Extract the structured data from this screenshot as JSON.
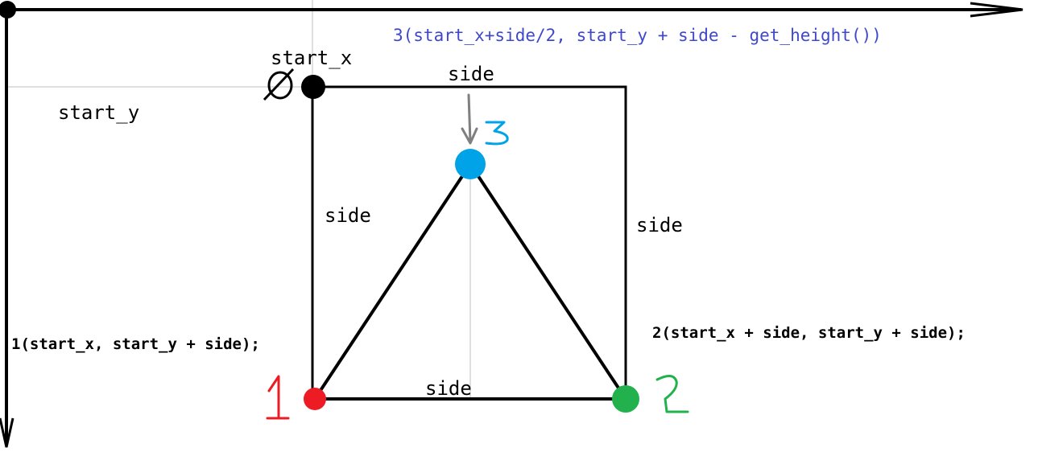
{
  "labels": {
    "start_x": "start_x",
    "start_y": "start_y",
    "top_side": "side",
    "left_side": "side",
    "right_side": "side",
    "bottom_side": "side",
    "point1": "1(start_x, start_y + side);",
    "point2": "2(start_x + side, start_y + side);",
    "point3": "3(start_x+side/2, start_y + side - get_height())",
    "origin_mark": "Ø",
    "num1": "1",
    "num2": "2",
    "num3": "3"
  },
  "colors": {
    "point1": "#ed1c24",
    "point2": "#22b14c",
    "point3": "#00a2e8",
    "point3_label": "#3f48cc",
    "origin_point": "#000000",
    "arrow_to_3": "#7f7f7f",
    "guide_lines": "#bfbfbf"
  }
}
